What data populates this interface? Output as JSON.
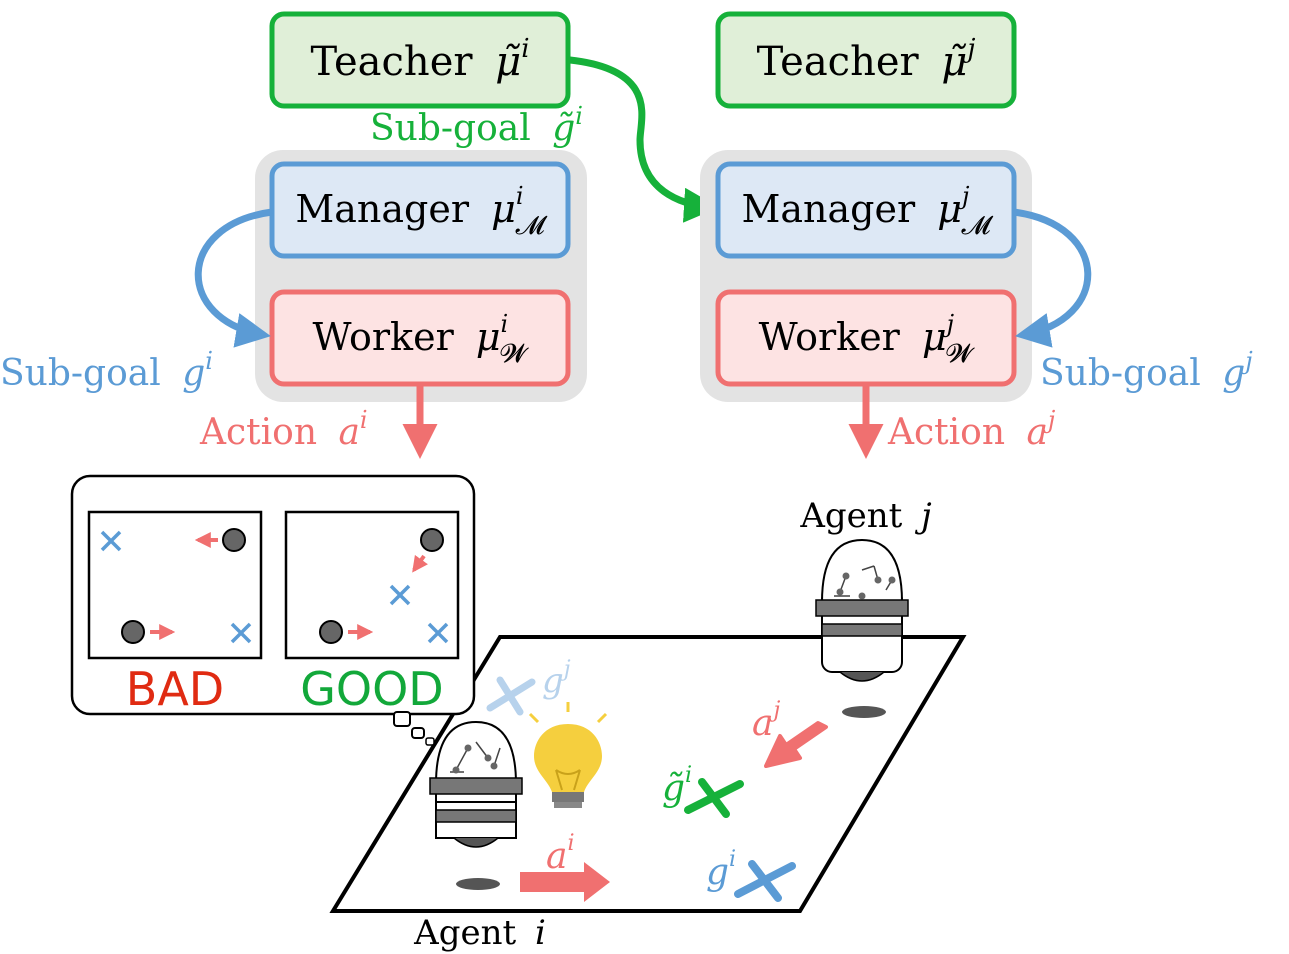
{
  "colors": {
    "teacher_border": "#16b13a",
    "teacher_fill": "#e0efd8",
    "manager_border": "#5b9bd5",
    "manager_fill": "#dde8f5",
    "worker_border": "#f07070",
    "worker_fill": "#fde3e3",
    "group_fill": "#e3e3e3",
    "action": "#f07070",
    "subgoal_blue": "#5b9bd5",
    "subgoal_green": "#16b13a",
    "subgoal_faint": "#b7d2ec",
    "bad": "#e02b12",
    "good": "#12a83a",
    "bulb": "#f5cf3e"
  },
  "agent_i": {
    "teacher": {
      "word": "Teacher",
      "symbol": "μ̃",
      "sup": "i"
    },
    "manager": {
      "word": "Manager",
      "symbol": "μ",
      "sup": "i",
      "sub": "𝓜"
    },
    "worker": {
      "word": "Worker",
      "symbol": "μ",
      "sup": "i",
      "sub": "𝓦"
    },
    "subgoal_from_teacher": {
      "word": "Sub-goal",
      "symbol": "g̃",
      "sup": "i"
    },
    "subgoal": {
      "word": "Sub-goal",
      "symbol": "g",
      "sup": "i"
    },
    "action": {
      "word": "Action",
      "symbol": "a",
      "sup": "i"
    },
    "label": {
      "word": "Agent",
      "symbol": "i"
    }
  },
  "agent_j": {
    "teacher": {
      "word": "Teacher",
      "symbol": "μ̃",
      "sup": "j"
    },
    "manager": {
      "word": "Manager",
      "symbol": "μ",
      "sup": "j",
      "sub": "𝓜"
    },
    "worker": {
      "word": "Worker",
      "symbol": "μ",
      "sup": "j",
      "sub": "𝓦"
    },
    "subgoal": {
      "word": "Sub-goal",
      "symbol": "g",
      "sup": "j"
    },
    "action": {
      "word": "Action",
      "symbol": "a",
      "sup": "j"
    },
    "label": {
      "word": "Agent",
      "symbol": "j"
    }
  },
  "thought_bubble": {
    "bad_label": "BAD",
    "good_label": "GOOD"
  },
  "floor_labels": {
    "g_j_faint": {
      "symbol": "g",
      "sup": "j"
    },
    "a_j": {
      "symbol": "a",
      "sup": "j"
    },
    "g_tilde_i": {
      "symbol": "g̃",
      "sup": "i"
    },
    "a_i": {
      "symbol": "a",
      "sup": "i"
    },
    "g_i": {
      "symbol": "g",
      "sup": "i"
    }
  },
  "icons": [
    "robot-icon",
    "lightbulb-icon",
    "goal-cross-icon",
    "arrow-icon"
  ]
}
